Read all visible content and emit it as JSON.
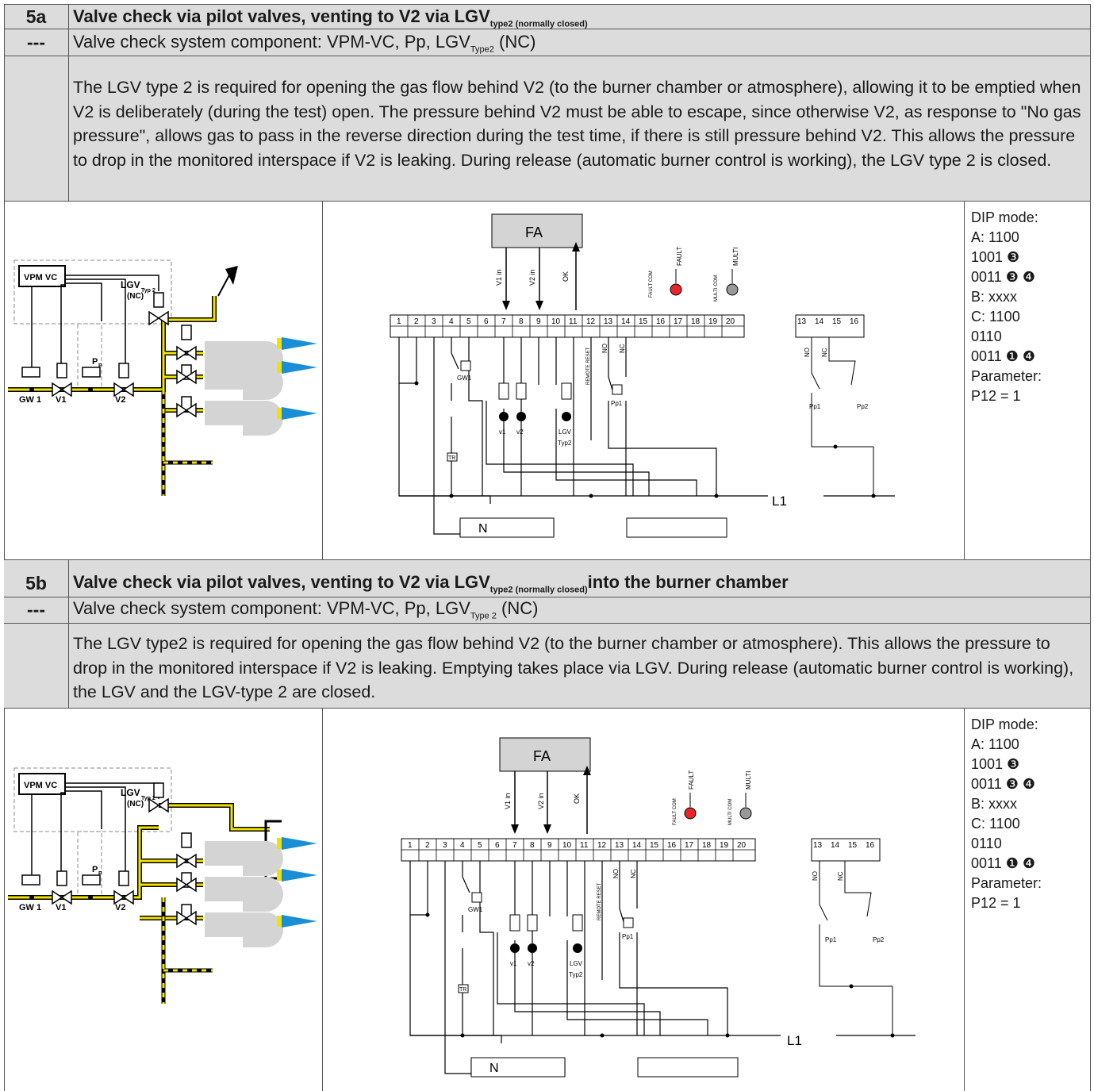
{
  "sec_a": {
    "tag": "5a",
    "dashes": "---",
    "title": "Valve check via pilot valves, venting to V2 via LGV",
    "title_sub": "type2 (normally closed)",
    "title_tail": "",
    "component_prefix": "Valve check system component: VPM-VC, Pp, LGV",
    "component_sub": "Type2",
    "component_suffix": " (NC)",
    "description": "The LGV type 2 is required for opening the gas flow behind V2 (to the burner chamber or atmosphere), allowing it to be emptied when V2 is deliberately (during the test) open. The pressure behind V2 must be able to escape, since otherwise V2, as response to \"No gas pressure\", allows gas to pass in the reverse direction during the test time, if there is still pressure behind V2. This allows the pressure to drop in the monitored interspace if V2 is leaking. During release (automatic burner control is working), the LGV type 2 is closed.",
    "dip": [
      "DIP mode:",
      "A:  1100",
      "      1001 ❸",
      "      0011 ❸ ❹",
      "B:  xxxx",
      "C:  1100",
      "      0110",
      "      0011 ❶ ❹",
      "Parameter:",
      "P12 = 1"
    ]
  },
  "sec_b": {
    "tag": "5b",
    "dashes": "---",
    "title": "Valve check via pilot valves, venting to V2 via LGV",
    "title_sub": "type2 (normally closed)",
    "title_tail": "into the burner chamber",
    "component_prefix": "Valve check system component: VPM-VC, Pp, LGV",
    "component_sub": "Type 2",
    "component_suffix": " (NC)",
    "description": "The LGV type2 is required for opening the gas flow behind V2 (to the burner chamber or atmosphere). This allows the pressure to drop in the monitored interspace if V2 is leaking. Emptying takes place via LGV. During release (automatic burner control is working), the LGV and the LGV-type 2 are closed.",
    "dip": [
      "DIP mode:",
      "A:  1100",
      "      1001 ❸",
      "      0011 ❸ ❹",
      "B:  xxxx",
      "C:  1100",
      "      0110",
      "      0011 ❶ ❹",
      "Parameter:",
      "P12 = 1"
    ]
  },
  "piping": {
    "vpm": "VPM VC",
    "lgv": "LGV",
    "lgv_sub": "Typ 2",
    "nc": "(NC)",
    "p": "P",
    "p_sub": "P",
    "gw1": "GW 1",
    "v1": "V1",
    "v2": "V2"
  },
  "wiring": {
    "fa": "FA",
    "sig_v1": "V1 in",
    "sig_v2": "V2 in",
    "sig_ok": "OK",
    "fault_com": "FAULT COM",
    "fault": "FAULT",
    "multi_com": "MULTI COM",
    "multi": "MULTI",
    "terminals": [
      "1",
      "2",
      "3",
      "4",
      "5",
      "6",
      "7",
      "8",
      "9",
      "10",
      "11",
      "12",
      "13",
      "14",
      "15",
      "16",
      "17",
      "18",
      "19",
      "20"
    ],
    "remote_reset": "REMOTE RESET",
    "no": "NO",
    "nc": "NC",
    "gw1": "GW1",
    "tr": "TR",
    "v1": "v1",
    "v2": "v2",
    "lgv": "LGV",
    "typ2": "Typ2",
    "pp1": "Pp1",
    "pp2": "Pp2",
    "l1": "L1",
    "n": "N",
    "aux_terminals": [
      "13",
      "14",
      "15",
      "16"
    ]
  },
  "colors": {
    "header_bg": "#dcdcdc",
    "gas_pipe": "#f2e200",
    "flame": "#1a8fd6",
    "fault_lamp": "#e8262a",
    "multi_lamp": "#999999"
  }
}
